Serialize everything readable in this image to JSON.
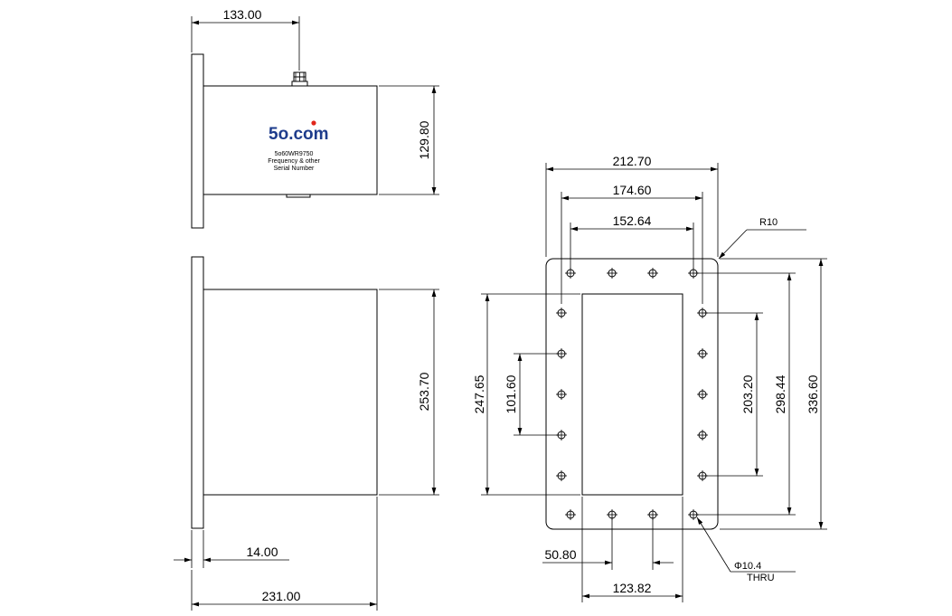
{
  "logo": {
    "text_main": "5o",
    "text_dot": ".",
    "text_com": "com",
    "color_main": "#1e3c8c",
    "color_accent": "#e0261b"
  },
  "label_lines": [
    "5o60WR9750",
    "Frequency & other",
    "Serial Number"
  ],
  "dimensions": {
    "flange_to_connector": "133.00",
    "side_height": "129.80",
    "top_height": "253.70",
    "flange_thickness": "14.00",
    "total_length": "231.00",
    "flange_width": "212.70",
    "hole_spacing_outer": "174.60",
    "hole_spacing_inner": "152.64",
    "corner_radius": "R10",
    "aperture_height": "247.65",
    "hole_spacing_left": "101.60",
    "hole_spacing_right_inner": "203.20",
    "hole_spacing_right_outer": "298.44",
    "flange_height": "336.60",
    "hole_offset_bottom": "50.80",
    "aperture_width": "123.82",
    "hole_diameter": "Φ10.4",
    "hole_type": "THRU"
  }
}
